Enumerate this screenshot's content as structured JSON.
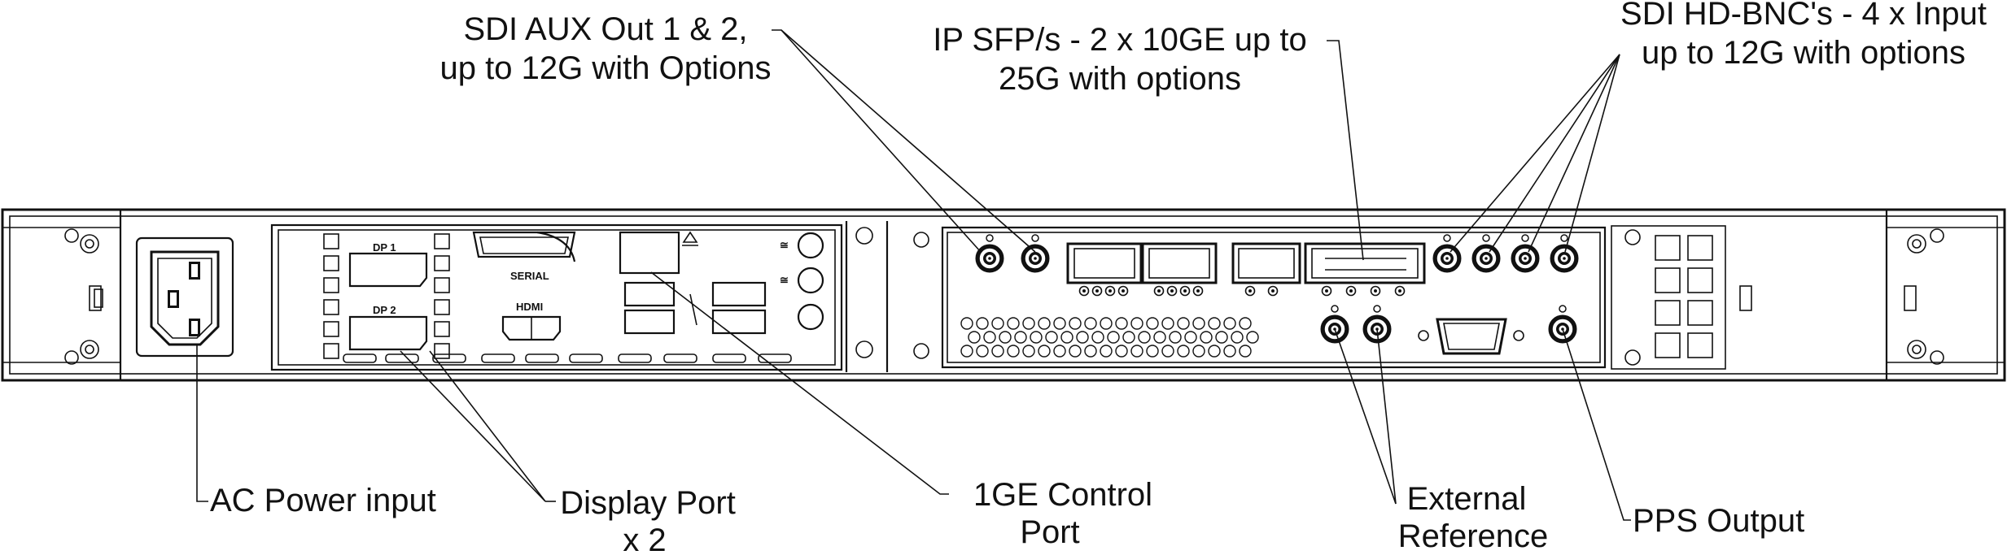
{
  "callouts": {
    "sdi_aux": [
      "SDI AUX Out 1 & 2,",
      "up to 12G with Options"
    ],
    "ip_sfp": [
      "IP SFP/s - 2 x 10GE up to",
      "25G with options"
    ],
    "sdi_bnc": [
      "SDI HD-BNC's - 4 x Input",
      "up to 12G with options"
    ],
    "ac_power": [
      "AC Power input"
    ],
    "display_port": [
      "Display Port",
      "x 2"
    ],
    "control_port": [
      "1GE Control",
      "Port"
    ],
    "ext_ref": [
      "External",
      "Reference"
    ],
    "pps": [
      "PPS Output"
    ]
  },
  "panel_labels": {
    "dp1": "DP 1",
    "dp2": "DP 2",
    "serial": "SERIAL",
    "hdmi": "HDMI"
  },
  "colors": {
    "ink": "#111111",
    "background": "#ffffff"
  }
}
